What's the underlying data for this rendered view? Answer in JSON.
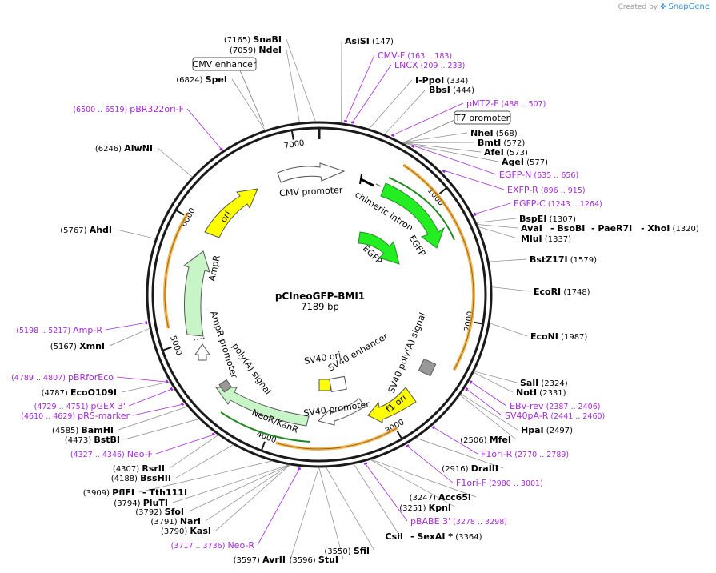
{
  "app": {
    "brand_prefix": "Created by",
    "brand_name": "SnapGene"
  },
  "plasmid": {
    "name": "pCIneoGFP-BMI1",
    "length_label": "7189 bp",
    "length": 7189
  },
  "ticks": [
    1000,
    2000,
    3000,
    4000,
    5000,
    6000,
    7000
  ],
  "enzymes": [
    {
      "name": "SnaBI",
      "pos": "(7165)",
      "at": 7165
    },
    {
      "name": "NdeI",
      "pos": "(7059)",
      "at": 7059
    },
    {
      "name": "SpeI",
      "pos": "(6824)",
      "at": 6824
    },
    {
      "name": "AlwNI",
      "pos": "(6246)",
      "at": 6246
    },
    {
      "name": "AhdI",
      "pos": "(5767)",
      "at": 5767
    },
    {
      "name": "XmnI",
      "pos": "(5167)",
      "at": 5167
    },
    {
      "name": "EcoO109I",
      "pos": "(4787)",
      "at": 4787
    },
    {
      "name": "BamHI",
      "pos": "(4585)",
      "at": 4585
    },
    {
      "name": "BstBI",
      "pos": "(4473)",
      "at": 4473
    },
    {
      "name": "RsrII",
      "pos": "(4307)",
      "at": 4307
    },
    {
      "name": "BssHII",
      "pos": "(4188)",
      "at": 4188
    },
    {
      "name": "PflFI",
      "pos": "(3909)",
      "at": 3909
    },
    {
      "name": "- Tth111I",
      "pos": "",
      "at": 3909
    },
    {
      "name": "PluTI",
      "pos": "(3794)",
      "at": 3794
    },
    {
      "name": "SfoI",
      "pos": "(3792)",
      "at": 3792
    },
    {
      "name": "NarI",
      "pos": "(3791)",
      "at": 3791
    },
    {
      "name": "KasI",
      "pos": "(3790)",
      "at": 3790
    },
    {
      "name": "AvrII",
      "pos": "(3597)",
      "at": 3597
    },
    {
      "name": "StuI",
      "pos": "(3596)",
      "at": 3596
    },
    {
      "name": "SfiI",
      "pos": "(3550)",
      "at": 3550
    },
    {
      "name": "CsiI",
      "pos": "",
      "at": 3364
    },
    {
      "name": "- SexAI *",
      "pos": "(3364)",
      "at": 3364
    },
    {
      "name": "KpnI",
      "pos": "(3251)",
      "at": 3251
    },
    {
      "name": "Acc65I",
      "pos": "(3247)",
      "at": 3247
    },
    {
      "name": "DraIII",
      "pos": "(2916)",
      "at": 2916
    },
    {
      "name": "MfeI",
      "pos": "(2506)",
      "at": 2506
    },
    {
      "name": "HpaI",
      "pos": "(2497)",
      "at": 2497
    },
    {
      "name": "NotI",
      "pos": "(2331)",
      "at": 2331
    },
    {
      "name": "SalI",
      "pos": "(2324)",
      "at": 2324
    },
    {
      "name": "EcoNI",
      "pos": "(1987)",
      "at": 1987
    },
    {
      "name": "EcoRI",
      "pos": "(1748)",
      "at": 1748
    },
    {
      "name": "BstZ17I",
      "pos": "(1579)",
      "at": 1579
    },
    {
      "name": "MluI",
      "pos": "(1337)",
      "at": 1337
    },
    {
      "name": "AvaI",
      "pos": "",
      "at": 1320
    },
    {
      "name": "- BsoBI",
      "pos": "",
      "at": 1320
    },
    {
      "name": "- PaeR7I",
      "pos": "",
      "at": 1320
    },
    {
      "name": "- XhoI",
      "pos": "(1320)",
      "at": 1320
    },
    {
      "name": "BspEI",
      "pos": "(1307)",
      "at": 1307
    },
    {
      "name": "AgeI",
      "pos": "(577)",
      "at": 577
    },
    {
      "name": "AfeI",
      "pos": "(573)",
      "at": 573
    },
    {
      "name": "BmtI",
      "pos": "(572)",
      "at": 572
    },
    {
      "name": "NheI",
      "pos": "(568)",
      "at": 568
    },
    {
      "name": "BbsI",
      "pos": "(444)",
      "at": 444
    },
    {
      "name": "I-PpoI",
      "pos": "(334)",
      "at": 334
    },
    {
      "name": "AsiSI",
      "pos": "(147)",
      "at": 147
    }
  ],
  "primers": [
    {
      "name": "CMV-F",
      "range": "(163 .. 183)",
      "at": 173
    },
    {
      "name": "LNCX",
      "range": "(209 .. 233)",
      "at": 221
    },
    {
      "name": "pMT2-F",
      "range": "(488 .. 507)",
      "at": 497
    },
    {
      "name": "EGFP-N",
      "range": "(635 .. 656)",
      "at": 645
    },
    {
      "name": "EXFP-R",
      "range": "(896 .. 915)",
      "at": 905
    },
    {
      "name": "EGFP-C",
      "range": "(1243 .. 1264)",
      "at": 1253
    },
    {
      "name": "EBV-rev",
      "range": "(2387 .. 2406)",
      "at": 2396
    },
    {
      "name": "SV40pA-R",
      "range": "(2441 .. 2460)",
      "at": 2450
    },
    {
      "name": "F1ori-R",
      "range": "(2770 .. 2789)",
      "at": 2780
    },
    {
      "name": "F1ori-F",
      "range": "(2980 .. 3001)",
      "at": 2990
    },
    {
      "name": "pBABE 3'",
      "range": "(3278 .. 3298)",
      "at": 3288
    },
    {
      "name": "Neo-R",
      "range": "(3717 .. 3736)",
      "at": 3726
    },
    {
      "name": "Neo-F",
      "range": "(4327 .. 4346)",
      "at": 4336
    },
    {
      "name": "pRS-marker",
      "range": "(4610 .. 4629)",
      "at": 4620
    },
    {
      "name": "pGEX 3'",
      "range": "(4729 .. 4751)",
      "at": 4740
    },
    {
      "name": "pBRforEco",
      "range": "(4789 .. 4807)",
      "at": 4798
    },
    {
      "name": "Amp-R",
      "range": "(5198 .. 5217)",
      "at": 5207
    },
    {
      "name": "pBR322ori-F",
      "range": "(6500 .. 6519)",
      "at": 6510
    }
  ],
  "boxed_labels": [
    {
      "name": "CMV enhancer"
    },
    {
      "name": "T7 promoter"
    }
  ],
  "features": [
    {
      "name": "CMV promoter",
      "color": "#ffffff"
    },
    {
      "name": "chimeric intron",
      "color": "#ffffff"
    },
    {
      "name": "EGFP",
      "color": "#22ee22"
    },
    {
      "name": "EGFP",
      "color": "#22ee22"
    },
    {
      "name": "SV40 poly(A) signal",
      "color": "#999999"
    },
    {
      "name": "f1 ori",
      "color": "#ffff00"
    },
    {
      "name": "SV40 promoter",
      "color": "#ffffff"
    },
    {
      "name": "NeoR/KanR",
      "color": "#c8f5c8"
    },
    {
      "name": "SV40 enhancer",
      "color": "#ffffff"
    },
    {
      "name": "SV40 ori",
      "color": "#ffff00"
    },
    {
      "name": "poly(A) signal",
      "color": "#999999"
    },
    {
      "name": "AmpR promoter",
      "color": "#ffffff"
    },
    {
      "name": "AmpR",
      "color": "#c8f5c8"
    },
    {
      "name": "ori",
      "color": "#ffff00"
    }
  ],
  "colors": {
    "primer": "#a22ad6",
    "orange": "#f0a830",
    "backbone": "#1a1a1a"
  }
}
